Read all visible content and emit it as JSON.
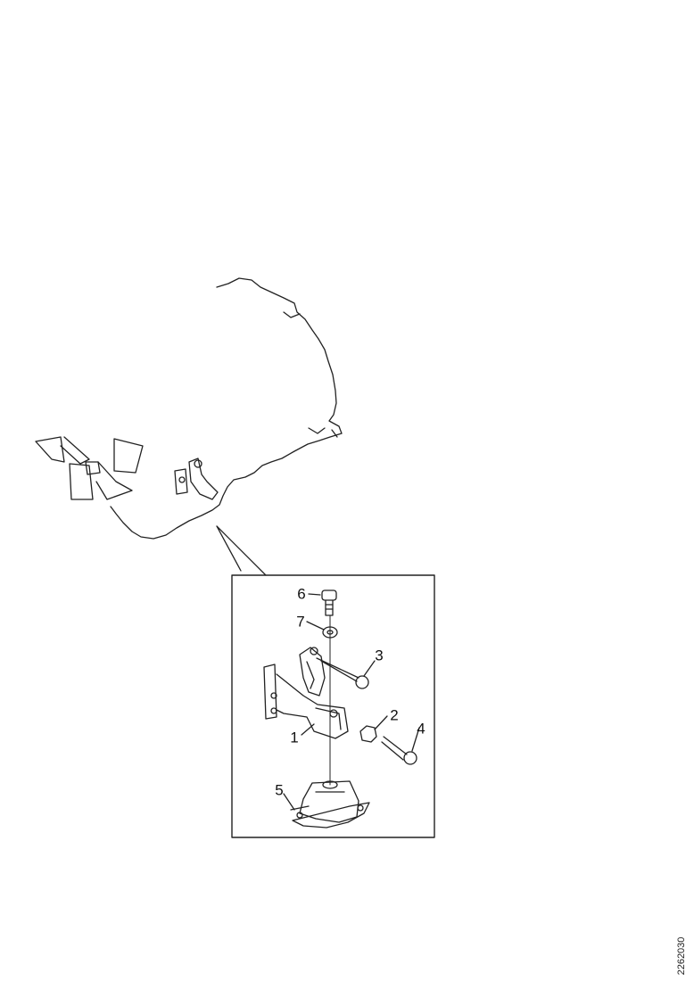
{
  "callouts": {
    "c1": "1",
    "c2": "2",
    "c3": "3",
    "c4": "4",
    "c5": "5",
    "c6": "6",
    "c7": "7"
  },
  "drawing_id": "2262030"
}
